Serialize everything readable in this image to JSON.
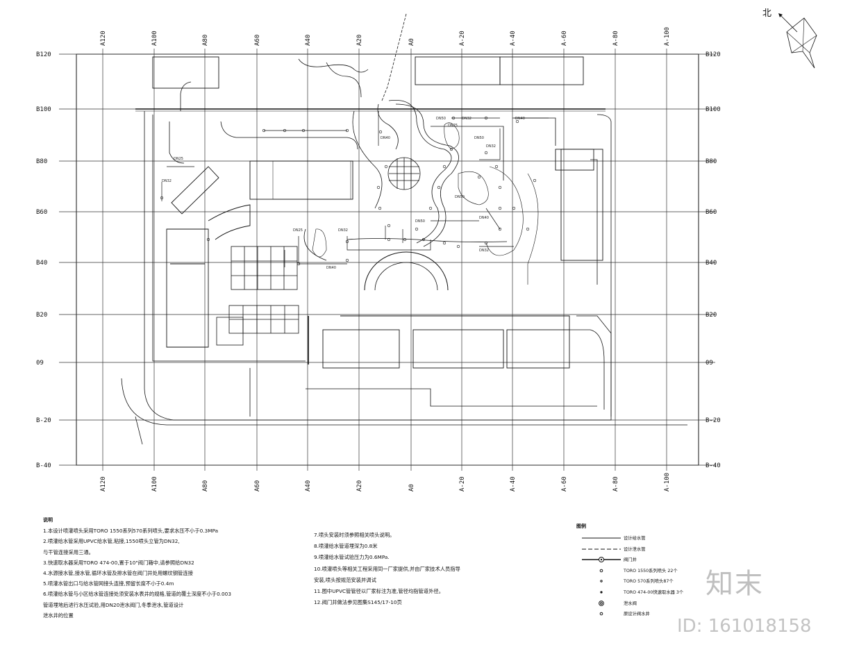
{
  "drawing": {
    "top_axis_labels": [
      "A120",
      "A100",
      "A80",
      "A60",
      "A40",
      "A20",
      "A0",
      "A-20",
      "A-40",
      "A-60",
      "A-80",
      "A-100"
    ],
    "bottom_axis_labels": [
      "A120",
      "A100",
      "A80",
      "A60",
      "A40",
      "A20",
      "A0",
      "A-20",
      "A-40",
      "A-60",
      "A-80",
      "A-100"
    ],
    "left_axis_labels": [
      "B120",
      "B100",
      "B80",
      "B60",
      "B40",
      "B20",
      "09",
      "B-20",
      "B-40"
    ],
    "right_axis_labels": [
      "B120",
      "B100",
      "B80",
      "B60",
      "B40",
      "B20",
      "09",
      "B-20",
      "B-40"
    ],
    "north_label": "北",
    "pipe_labels": [
      "DN50",
      "DN32",
      "DN40",
      "DN25",
      "DN50",
      "DN32",
      "DN40",
      "DN25",
      "DN32",
      "DN50",
      "DN40",
      "DN32",
      "DN25",
      "DN50",
      "DN32",
      "DN40"
    ]
  },
  "notes": {
    "title": "说明",
    "col1": [
      "1.本设计喷灌喷头采用TORO 1550系列570系列喷头,要求水压不小于0.3MPa",
      "2.喷灌给水管采用UPVC给水管,粘接,1550喷头立管为DN32,",
      "  与干管连接采用三通。",
      "3.快速取水器采用TORO 474-00,置于10\"阀门箱中,请参照给DN32",
      "4.水源接水管,接水管,循环水管及排水管在阀门井处用螺纹钢管连接",
      "5.喷灌水管出口与给水管网接头连接,预留长度不小于0.4m",
      "6.喷灌给水管与小区给水管连接处须安装水表井的规格,管道的覆土深度不小于0.003",
      "  管道埋地后进行水压试验,用DN20泄水阀门,冬季泄水,管道设计",
      "  泄水井的位置"
    ],
    "col2": [
      "7.喷头安装时须参照相关喷头说明。",
      "8.喷灌给水管道埋深为0.8米",
      "9.喷灌给水管试验压力为0.6MPa.",
      "10.喷灌喷头等相关工程采用同一厂家提供,并由厂家技术人员指导",
      "   安装,喷头按规范安装并调试",
      "11.图中UPVC管管径以厂家标注为准,管径均指管道外径。",
      "12.阀门井做法参见图集S145/17-10页"
    ]
  },
  "legend": {
    "title": "图例",
    "items": [
      "设计给水管",
      "设计泄水管",
      "阀门井",
      "TORO 1550系列喷头  22个",
      "TORO 570系列喷头87个",
      "TORO 474-00快速取水器  3个",
      "泄水阀",
      "原设计阀水井"
    ]
  },
  "watermark": {
    "text": "知末",
    "id": "ID: 161018158"
  },
  "colors": {
    "line": "#111111",
    "grid": "#222222",
    "watermark": "#bfbfbf"
  }
}
